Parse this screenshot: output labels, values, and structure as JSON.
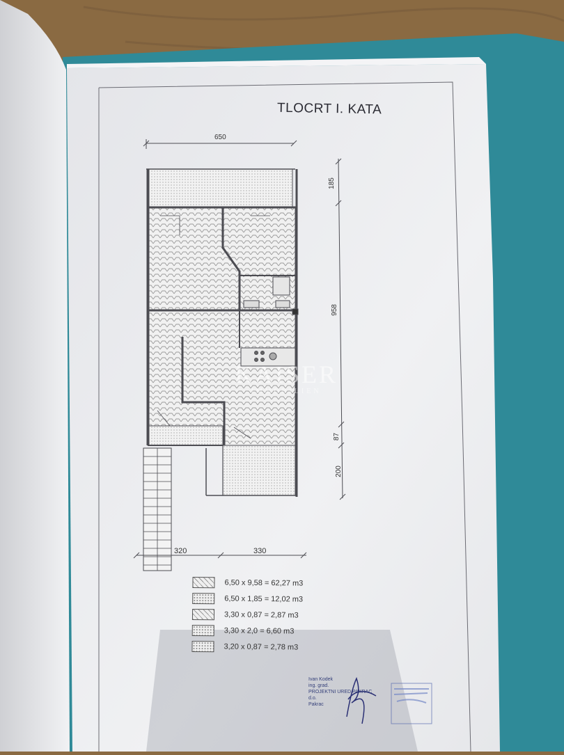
{
  "title": "TLOCRT I. KATA",
  "dimensions": {
    "top_width": "650",
    "bottom_left": "320",
    "bottom_right": "330",
    "right_top": "185",
    "right_main": "958",
    "right_small": "87",
    "right_bottom": "200"
  },
  "legend": [
    {
      "text": "6,50 x 9,58 = 62,27 m3",
      "pattern": "zigzag"
    },
    {
      "text": "6,50 x 1,85 = 12,02 m3",
      "pattern": "dots"
    },
    {
      "text": "3,30 x 0,87 = 2,87 m3",
      "pattern": "zigzag"
    },
    {
      "text": "3,30 x 2,0 = 6,60 m3",
      "pattern": "dots"
    },
    {
      "text": "3,20 x 0,87 = 2,78 m3",
      "pattern": "dots"
    }
  ],
  "watermark": {
    "main": "KAISER",
    "sub": "IMMOBILIEN"
  },
  "stamp": {
    "line1": "Ivan Kodek",
    "line2": "ing. grad.",
    "line3": "PROJEKTNI URED PAKRAC",
    "line4": "d.o.",
    "line5": "Pakrac"
  },
  "colors": {
    "table": "#8a6a42",
    "folder": "#2f8a98",
    "paper": "#ecedef"
  }
}
